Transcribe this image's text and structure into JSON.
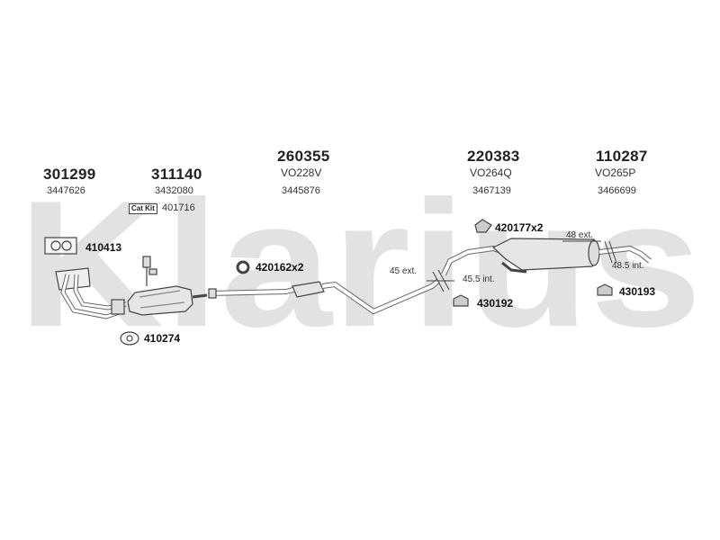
{
  "watermark": {
    "text": "Klarius",
    "color": "#e2e2e2"
  },
  "groups": [
    {
      "main": "301299",
      "sub": "3447626"
    },
    {
      "main": "311140",
      "sub": "3432080"
    },
    {
      "main": "260355",
      "sub": "VO228V",
      "ref": "3445876"
    },
    {
      "main": "220383",
      "sub": "VO264Q",
      "ref": "3467139"
    },
    {
      "main": "110287",
      "sub": "VO265P",
      "ref": "3466699"
    }
  ],
  "fittings": [
    {
      "code": "410413"
    },
    {
      "code": "401716",
      "tag": "Cat Kit"
    },
    {
      "code": "420162x2"
    },
    {
      "code": "410274"
    },
    {
      "code": "420177x2"
    },
    {
      "code": "430192"
    },
    {
      "code": "430193"
    }
  ],
  "dimensions": [
    {
      "text": "45 ext."
    },
    {
      "text": "45.5 int."
    },
    {
      "text": "48 ext."
    },
    {
      "text": "48.5 int."
    }
  ]
}
